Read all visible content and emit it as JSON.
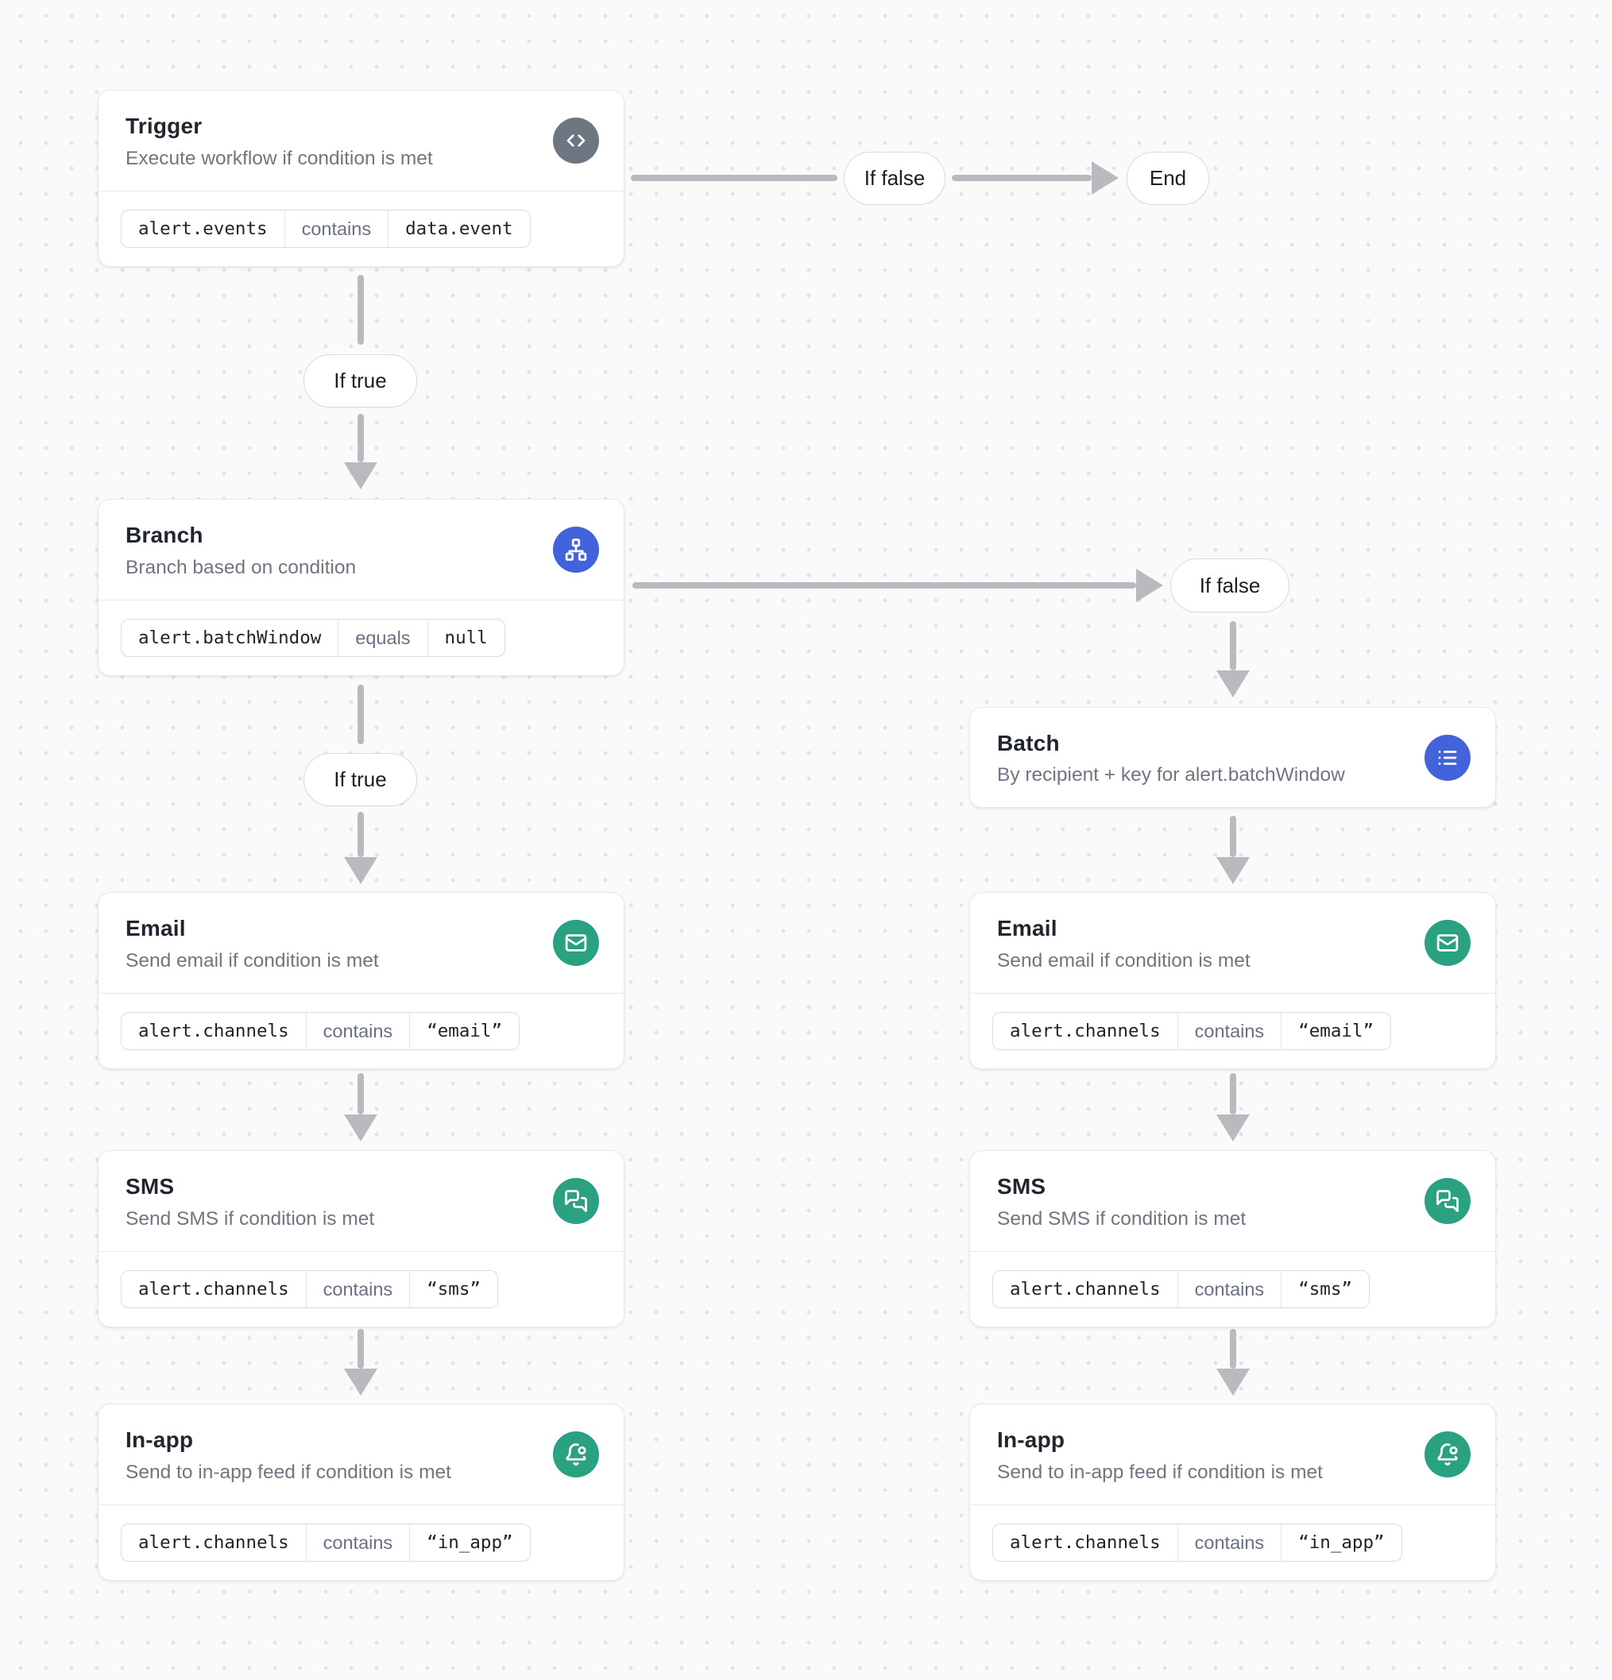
{
  "canvas": {
    "background": "#fafafa",
    "dot_color": "#e1e3e7"
  },
  "colors": {
    "accent_blue": "#4363db",
    "accent_green": "#2aa181",
    "accent_gray": "#6e7681",
    "arrow_gray": "#b8babf",
    "card_border": "#e7e9ee"
  },
  "labels": {
    "if_true": "If true",
    "if_false": "If false",
    "end": "End"
  },
  "nodes": {
    "trigger": {
      "title": "Trigger",
      "subtitle": "Execute workflow if condition is met",
      "icon": "code-icon",
      "condition": {
        "field": "alert.events",
        "operator": "contains",
        "value": "data.event"
      }
    },
    "branch": {
      "title": "Branch",
      "subtitle": "Branch based on condition",
      "icon": "sitemap-icon",
      "condition": {
        "field": "alert.batchWindow",
        "operator": "equals",
        "value": "null"
      }
    },
    "batch": {
      "title": "Batch",
      "subtitle": "By recipient + key for alert.batchWindow",
      "icon": "list-icon"
    },
    "email": {
      "title": "Email",
      "subtitle": "Send email if condition is met",
      "icon": "envelope-icon",
      "condition": {
        "field": "alert.channels",
        "operator": "contains",
        "value": "“email”"
      }
    },
    "sms": {
      "title": "SMS",
      "subtitle": "Send SMS if condition is met",
      "icon": "chat-bubbles-icon",
      "condition": {
        "field": "alert.channels",
        "operator": "contains",
        "value": "“sms”"
      }
    },
    "inapp": {
      "title": "In-app",
      "subtitle": "Send to in-app feed if condition is met",
      "icon": "bell-dot-icon",
      "condition": {
        "field": "alert.channels",
        "operator": "contains",
        "value": "“in_app”"
      }
    }
  }
}
